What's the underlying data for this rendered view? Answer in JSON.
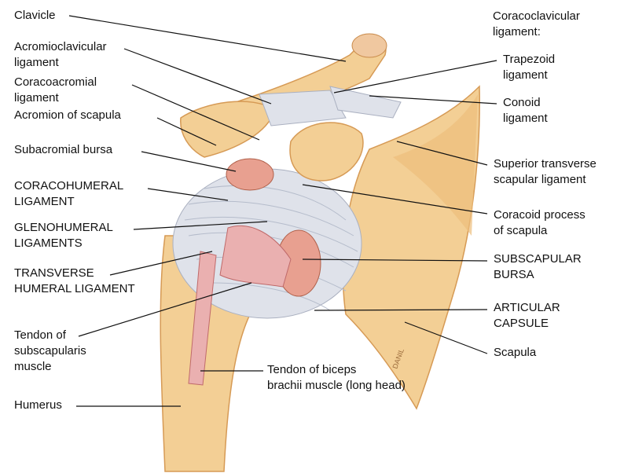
{
  "labels": {
    "clavicle": [
      "Clavicle"
    ],
    "acromioclavicular": [
      "Acromioclavicular",
      "ligament"
    ],
    "coracoacromial": [
      "Coracoacromial",
      "ligament"
    ],
    "acromion": [
      "Acromion of scapula"
    ],
    "subacromial": [
      "Subacromial bursa"
    ],
    "coracohumeral": [
      "CORACOHUMERAL",
      "LIGAMENT"
    ],
    "glenohumeral": [
      "GLENOHUMERAL",
      "LIGAMENTS"
    ],
    "transverse": [
      "TRANSVERSE",
      "HUMERAL LIGAMENT"
    ],
    "subscapularis": [
      "Tendon of",
      "subscapularis",
      "muscle"
    ],
    "humerus": [
      "Humerus"
    ],
    "biceps": [
      "Tendon of biceps",
      "brachii muscle (long head)"
    ],
    "coracoclavicular": [
      "Coracoclavicular",
      "ligament:"
    ],
    "trapezoid": [
      "Trapezoid",
      "ligament"
    ],
    "conoid": [
      "Conoid",
      "ligament"
    ],
    "superior_transverse": [
      "Superior transverse",
      "scapular ligament"
    ],
    "coracoid": [
      "Coracoid process",
      "of scapula"
    ],
    "subscapular_bursa": [
      "SUBSCAPULAR",
      "BURSA"
    ],
    "articular": [
      "ARTICULAR",
      "CAPSULE"
    ],
    "scapula": [
      "Scapula"
    ]
  },
  "signature": "DANIL",
  "colors": {
    "bone": "#f3cf95",
    "bone_dark": "#e0a862",
    "ligament": "#d9dde6",
    "bursa": "#e8a090",
    "tendon": "#e9a8a8"
  }
}
